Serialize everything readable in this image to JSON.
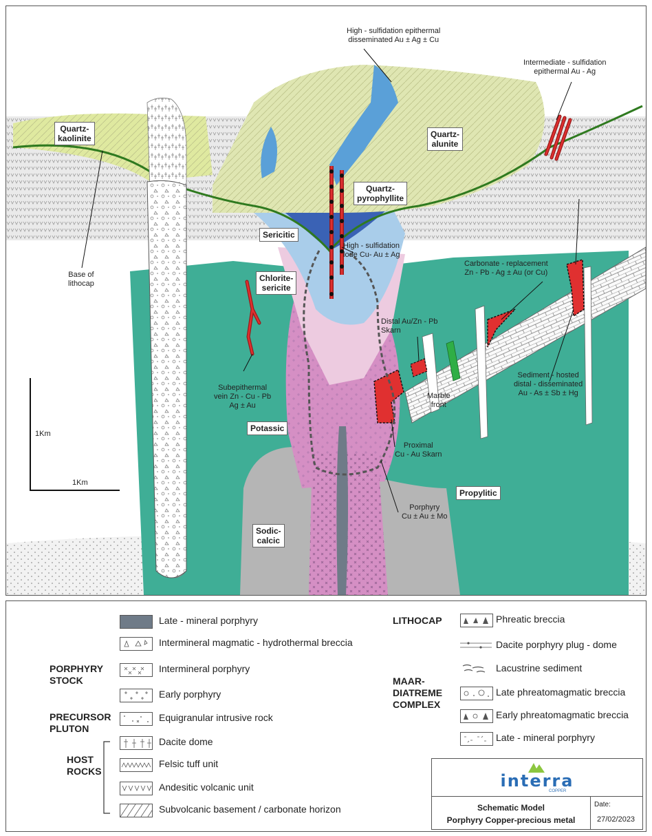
{
  "diagram": {
    "labels": {
      "hs_epithermal": "High - sulfidation epithermal\ndisseminated Au ± Ag ± Cu",
      "is_epithermal": "Intermediate - sulfidation\nepithermal Au - Ag",
      "quartz_kaolinite": "Quartz-\nkaolinite",
      "quartz_alunite": "Quartz-\nalunite",
      "quartz_pyrophyllite": "Quartz-\npyrophyllite",
      "sericitic": "Sericitic",
      "base_lithocap": "Base of\nlithocap",
      "hs_lode": "High - sulfidation\nlode Cu- Au ± Ag",
      "carbonate_replacement": "Carbonate - replacement\nZn - Pb - Ag ± Au (or Cu)",
      "chlorite_sericite": "Chlorite-\nsericite",
      "distal_skarn": "Distal Au/Zn - Pb\nSkarn",
      "sediment_hosted": "Sediment - hosted\ndistal - disseminated\nAu - As ± Sb ± Hg",
      "marble_front": "Marble\nfront",
      "subepithermal": "Subepithermal\nvein Zn - Cu - Pb\nAg ± Au",
      "potassic": "Potassic",
      "proximal_skarn": "Proximal\nCu - Au Skarn",
      "porphyry_deposit": "Porphyry\nCu ± Au ± Mo",
      "propylitic": "Propylitic",
      "sodic_calcic": "Sodic-\ncalcic",
      "scale_v": "1Km",
      "scale_h": "1Km"
    }
  },
  "legend": {
    "left_items": [
      "Late - mineral porphyry",
      "Intermineral magmatic - hydrothermal breccia",
      "Intermineral porphyry",
      "Early porphyry",
      "Equigranular intrusive rock",
      "Dacite dome",
      "Felsic tuff unit",
      "Andesitic volcanic unit",
      "Subvolcanic basement / carbonate horizon"
    ],
    "left_groups": [
      "PORPHYRY\nSTOCK",
      "PRECURSOR\nPLUTON",
      "HOST\nROCKS"
    ],
    "right_groups": [
      "LITHOCAP",
      "MAAR-\nDIATREME\nCOMPLEX"
    ],
    "right_items": [
      "Phreatic breccia",
      "Dacite porphyry plug - dome",
      "Lacustrine sediment",
      "Late phreatomagmatic breccia",
      "Early phreatomagmatic breccia",
      "Late - mineral porphyry"
    ]
  },
  "titleblock": {
    "logo": "interra",
    "logo_sub": "COPPER",
    "title_line1": "Schematic Model",
    "title_line2": "Porphyry Copper-precious metal",
    "date_label": "Date:",
    "date_value": "27/02/2023"
  },
  "colors": {
    "propylitic": "#3fae96",
    "potassic": "#d58fc4",
    "sericite_light": "#a9cdea",
    "pyrophyllite": "#3a62b5",
    "alunite": "#dfe6b2",
    "kaolinite": "#dfe9a0",
    "sodic_calcic": "#b5b5b5",
    "ore": "#e03030",
    "lithocap_line": "#2f7a1f",
    "marble_front": "#2fae46"
  }
}
